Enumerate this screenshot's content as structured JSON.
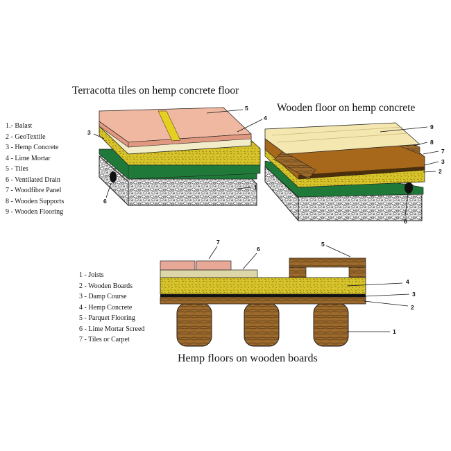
{
  "diagrams": {
    "terracotta": {
      "title": "Terracotta tiles on hemp concrete floor",
      "legend": [
        "1.- Balast",
        "2 - GeoTextile",
        "3 - Hemp Concrete",
        "4 - Lime Mortar",
        "5 - Tiles",
        "6 - Ventilated Drain",
        "7 - Woodfibre Panel",
        "8 - Wooden Supports",
        "9 - Wooden Flooring"
      ],
      "callouts": [
        "5",
        "4",
        "3",
        "1",
        "6"
      ]
    },
    "wooden": {
      "title": "Wooden floor on hemp concrete",
      "callouts": [
        "9",
        "8",
        "7",
        "3",
        "2",
        "6"
      ]
    },
    "boards": {
      "title": "Hemp floors on wooden boards",
      "legend": [
        "1 - Joists",
        "2 - Wooden Boards",
        "3 -  Damp Course",
        "4 - Hemp Concrete",
        "5 - Parquet Flooring",
        "6 - Lime Mortar Screed",
        "7 - Tiles or Carpet"
      ],
      "callouts": [
        "7",
        "6",
        "5",
        "4",
        "3",
        "2",
        "1"
      ]
    }
  },
  "colors": {
    "gravel": "#d9d9d9",
    "geotextile": "#1f7a3a",
    "hemp": "#d9c52a",
    "mortar": "#eee6b8",
    "tile": "#f0b8a0",
    "wood": "#9b6a2c",
    "darkwood": "#6b4418",
    "floorboard": "#f4e7b0",
    "support": "#8a5a22"
  }
}
